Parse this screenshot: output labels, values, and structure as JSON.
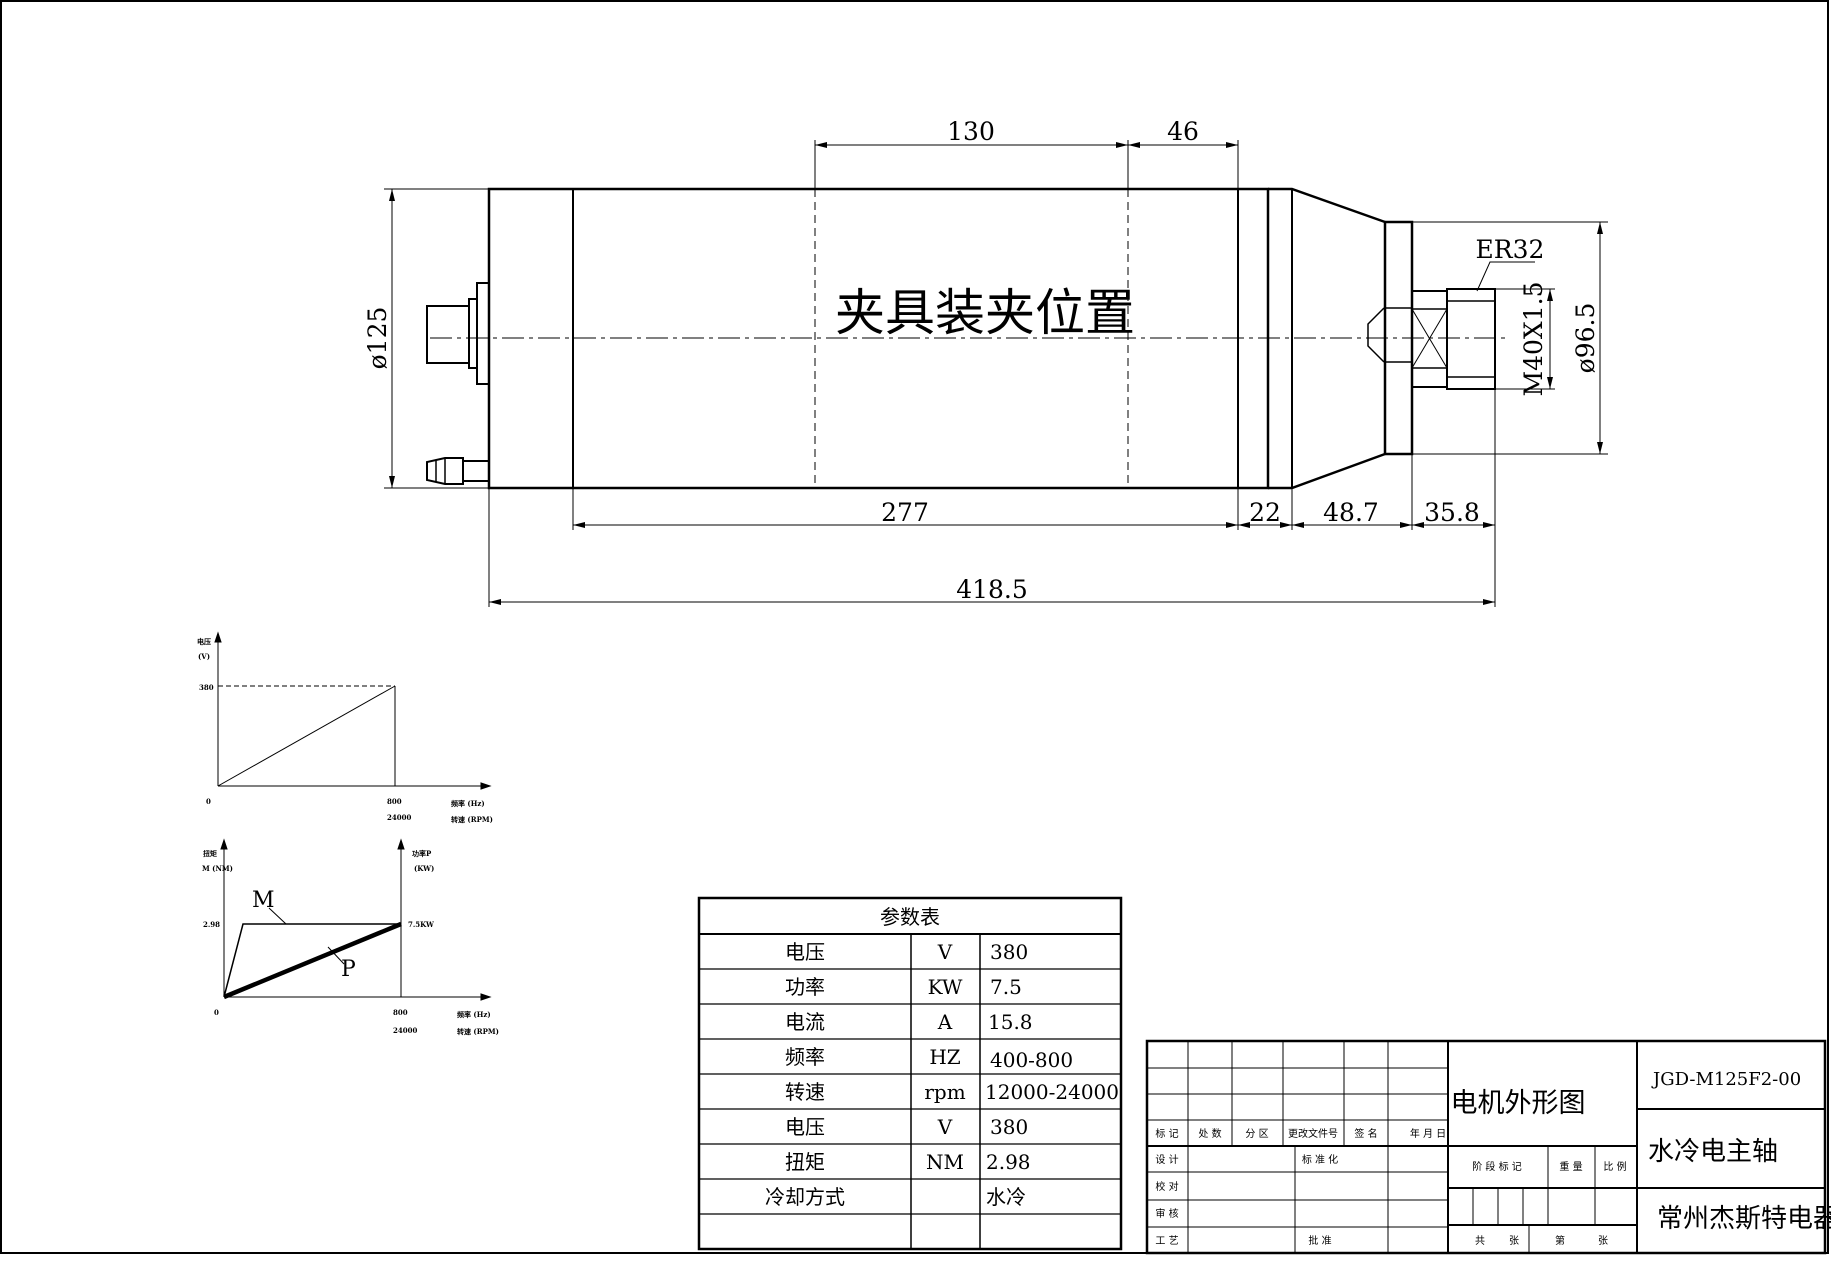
{
  "drawing": {
    "dims": {
      "d130": "130",
      "d46": "46",
      "d125": "ø125",
      "er": "ER32",
      "thread": "M40X1.5",
      "d965": "ø96.5",
      "d277": "277",
      "d22": "22",
      "d487": "48.7",
      "d358": "35.8",
      "d4185": "418.5"
    },
    "clamp_label": "夹具装夹位置"
  },
  "graph1": {
    "ylabel1": "电压",
    "ylabel2": "(V)",
    "yval": "380",
    "origin": "0",
    "xval1": "800",
    "xval2": "24000",
    "xlabel1": "频率 (Hz)",
    "xlabel2": "转速 (RPM)"
  },
  "graph2": {
    "ylabel1": "扭矩",
    "ylabel2": "M (NM)",
    "yval": "2.98",
    "rlabel1": "功率P",
    "rlabel2": "(KW)",
    "rval": "7.5KW",
    "origin": "0",
    "xval1": "800",
    "xval2": "24000",
    "xlabel1": "频率 (Hz)",
    "xlabel2": "转速 (RPM)",
    "m": "M",
    "p": "P"
  },
  "params": {
    "title": "参数表",
    "rows": [
      {
        "name": "电压",
        "unit": "V",
        "value": "380"
      },
      {
        "name": "功率",
        "unit": "KW",
        "value": "7.5"
      },
      {
        "name": "电流",
        "unit": "A",
        "value": "15.8"
      },
      {
        "name": "频率",
        "unit": "HZ",
        "value": "400-800"
      },
      {
        "name": "转速",
        "unit": "rpm",
        "value": "12000-24000"
      },
      {
        "name": "电压",
        "unit": "V",
        "value": "380"
      },
      {
        "name": "扭矩",
        "unit": "NM",
        "value": "2.98"
      },
      {
        "name": "冷却方式",
        "unit": "",
        "value": "水冷"
      }
    ]
  },
  "titleblock": {
    "drawing_name": "电机外形图",
    "code": "JGD-M125F2-00",
    "product": "水冷电主轴",
    "company": "常州杰斯特电器",
    "h_biaoji": "标 记",
    "h_chushu": "处 数",
    "h_fenqu": "分  区",
    "h_gengai": "更改文件号",
    "h_qianming": "签 名",
    "h_nianyueri": "年 月 日",
    "sheji": "设 计",
    "biaozhunhua": "标 准 化",
    "jiaodui": "校 对",
    "shenhe": "审 核",
    "gongyi": "工 艺",
    "pizhun": "批 准",
    "jieduan": "阶 段 标 记",
    "zhongliang": "重 量",
    "bili": "比 例",
    "gong": "共",
    "zhang1": "张",
    "di": "第",
    "zhang2": "张"
  }
}
